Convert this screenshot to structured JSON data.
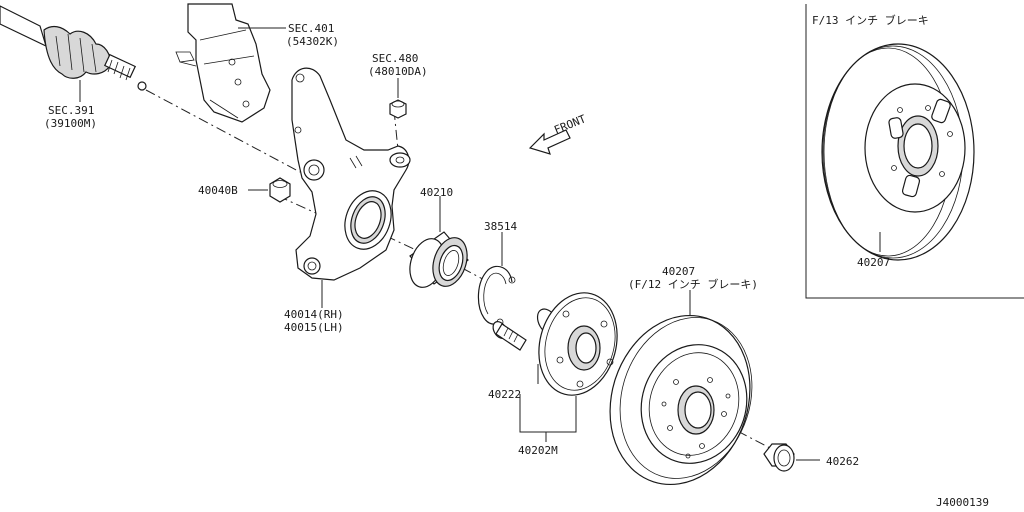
{
  "labels": {
    "sec391_a": "SEC.391",
    "sec391_b": "(39100M)",
    "sec401_a": "SEC.401",
    "sec401_b": "(54302K)",
    "sec480_a": "SEC.480",
    "sec480_b": "(48010DA)",
    "front": "FRONT",
    "p40040B": "40040B",
    "p40210": "40210",
    "p38514": "38514",
    "p40014": "40014(RH)",
    "p40015": "40015(LH)",
    "p40222": "40222",
    "p40202M": "40202M",
    "p40207_main": "40207",
    "p40207_sub": "(F/12 インチ ブレーキ)",
    "p40262": "40262",
    "inset_title": "F/13 インチ ブレーキ",
    "inset_part": "40207",
    "diagram_id": "J4000139"
  }
}
